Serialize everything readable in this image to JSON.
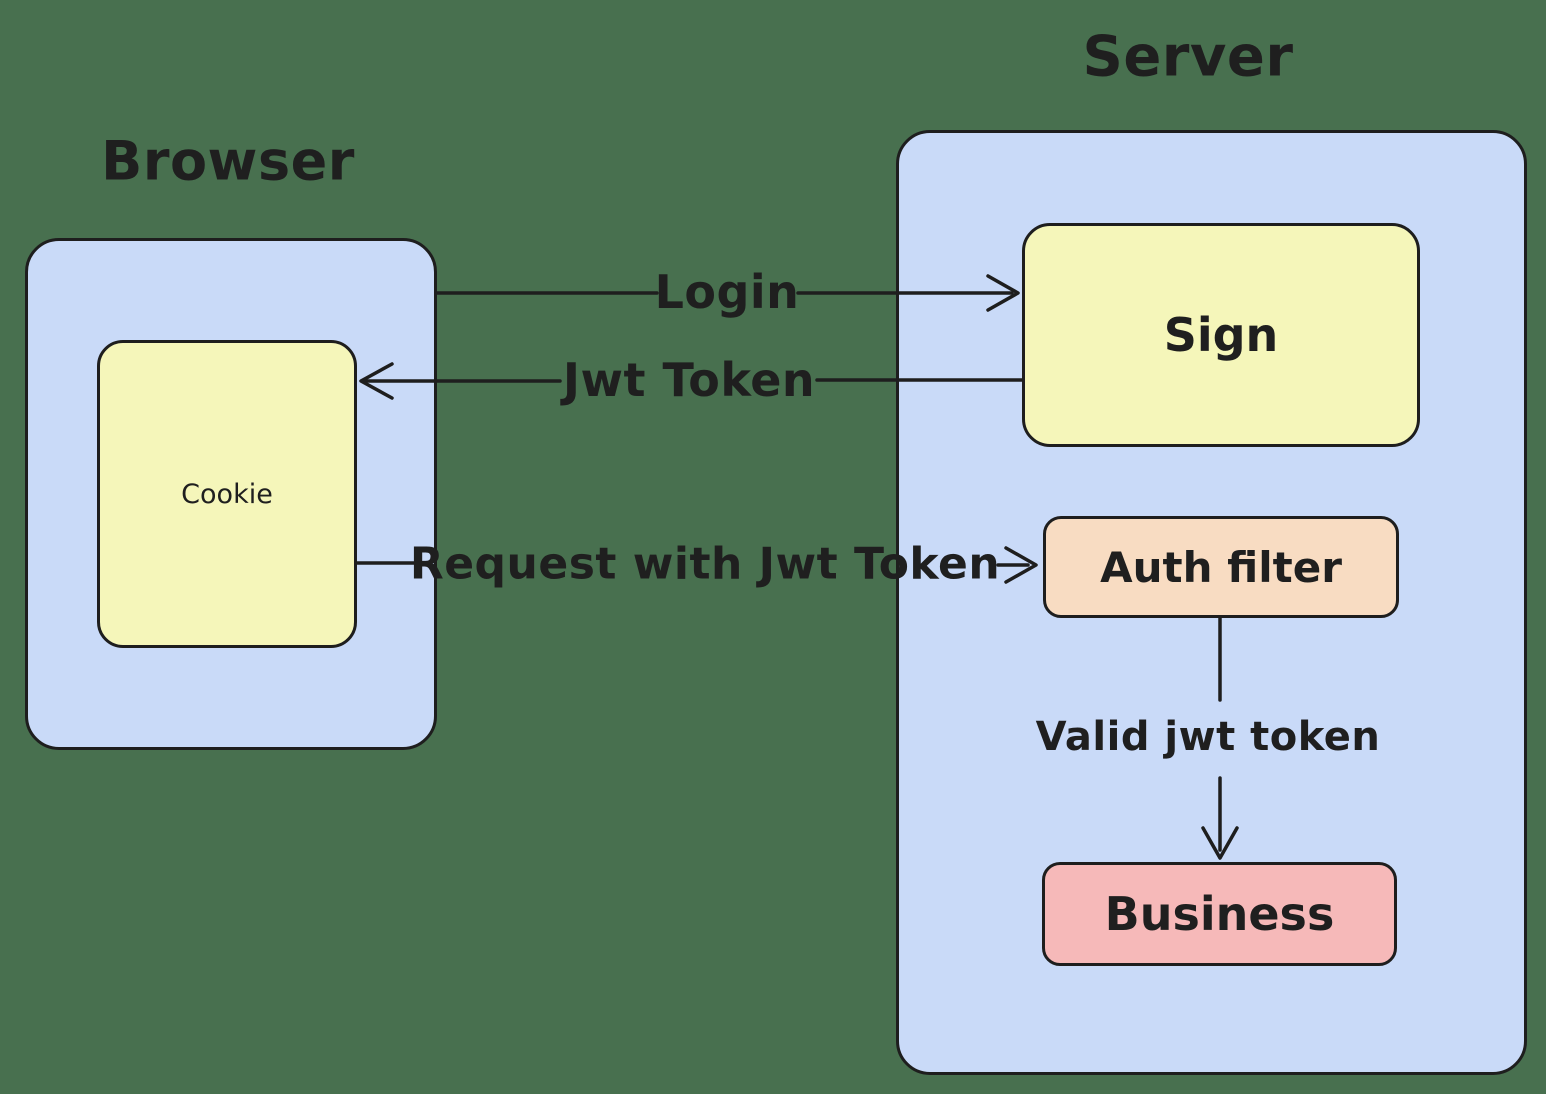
{
  "titles": {
    "browser": "Browser",
    "server": "Server"
  },
  "nodes": {
    "cookie": {
      "label": "Cookie",
      "container": "browser"
    },
    "sign": {
      "label": "Sign",
      "container": "server"
    },
    "auth_filter": {
      "label": "Auth filter",
      "container": "server"
    },
    "business": {
      "label": "Business",
      "container": "server"
    }
  },
  "edges": {
    "login": {
      "label": "Login",
      "from": "browser",
      "to": "sign"
    },
    "jwt_token": {
      "label": "Jwt Token",
      "from": "sign",
      "to": "cookie"
    },
    "request_with_jwt": {
      "label": "Request with Jwt Token",
      "from": "cookie",
      "to": "auth_filter"
    },
    "valid_jwt": {
      "label": "Valid jwt token",
      "from": "auth_filter",
      "to": "business"
    }
  },
  "colors": {
    "background": "#48704F",
    "container_fill": "#C9DAF8",
    "node_yellow": "#F5F6BA",
    "node_peach": "#F8DCC2",
    "node_pink": "#F6B9B9",
    "stroke": "#1E1E1E",
    "text": "#1F1F1F"
  }
}
